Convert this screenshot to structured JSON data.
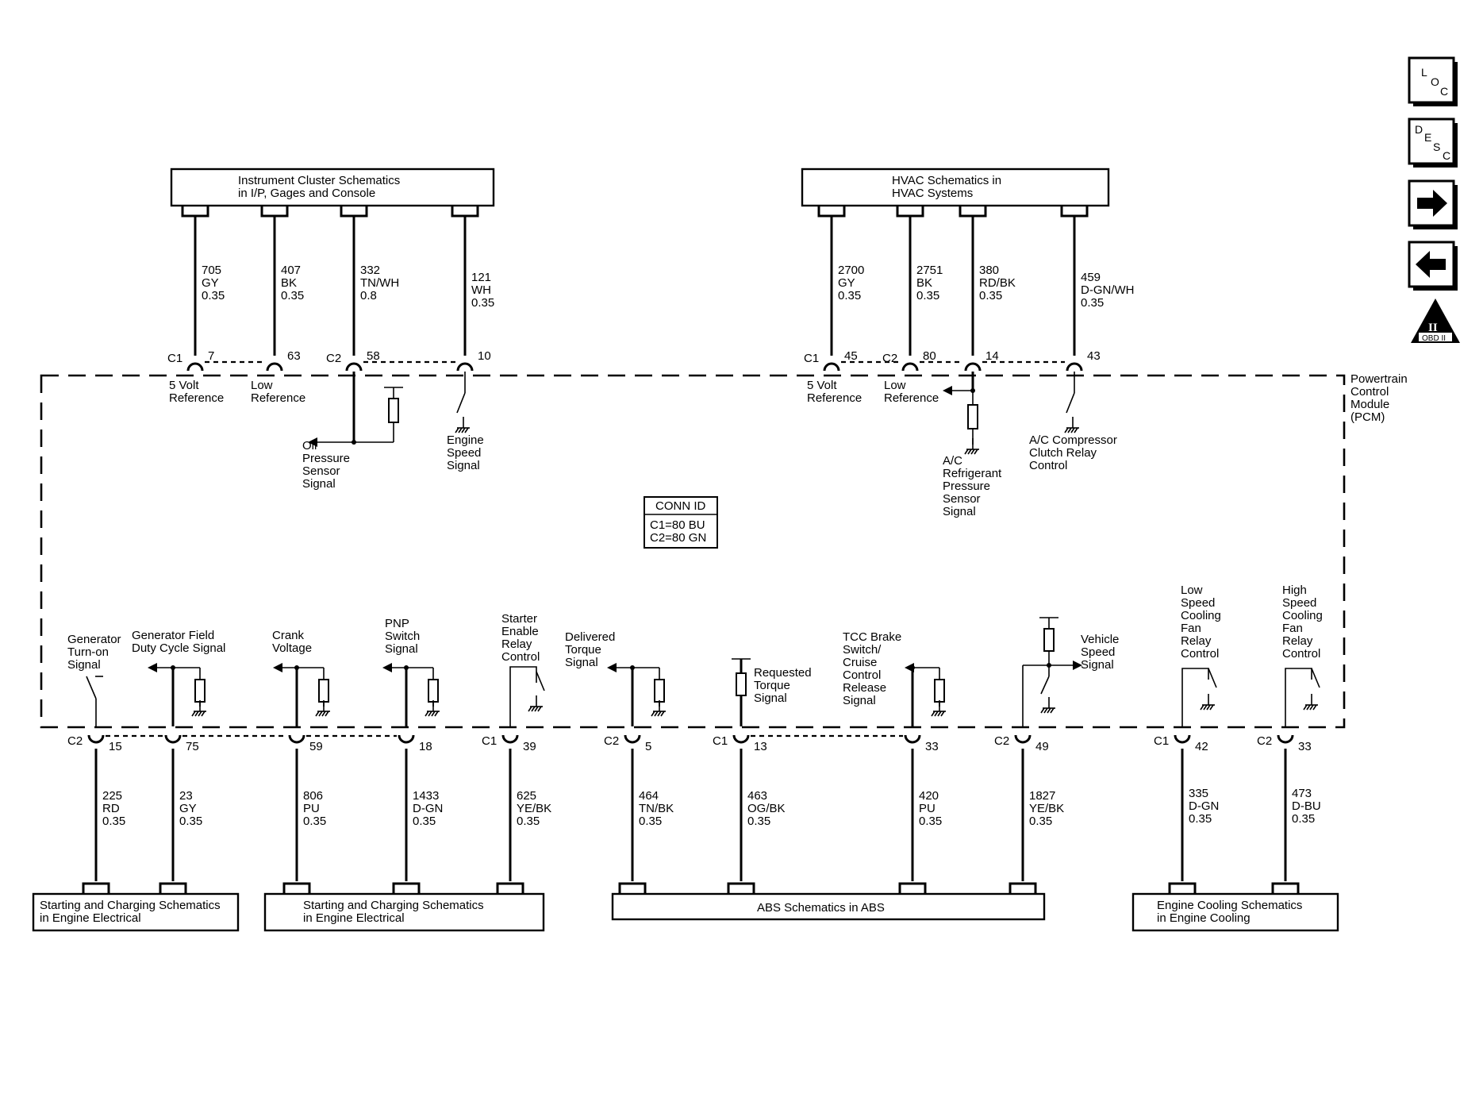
{
  "nav": {
    "loc": [
      "L",
      "O",
      "C"
    ],
    "desc": [
      "D",
      "E",
      "S",
      "C"
    ],
    "obd": {
      "numeral": "II",
      "label": "OBD II"
    }
  },
  "modules": {
    "instrument_cluster": [
      "Instrument Cluster Schematics",
      "in I/P, Gages and Console"
    ],
    "hvac": [
      "HVAC Schematics in",
      "HVAC Systems"
    ],
    "starting_charging_1": [
      "Starting and Charging Schematics",
      "in Engine Electrical"
    ],
    "starting_charging_2": [
      "Starting and Charging Schematics",
      "in Engine Electrical"
    ],
    "abs": [
      "ABS Schematics in ABS"
    ],
    "engine_cooling": [
      "Engine Cooling Schematics",
      "in Engine Cooling"
    ]
  },
  "pcm_label": [
    "Powertrain",
    "Control",
    "Module",
    "(PCM)"
  ],
  "conn_id": {
    "title": "CONN ID",
    "lines": [
      "C1=80 BU",
      "C2=80 GN"
    ]
  },
  "top_wires": [
    {
      "circuit": "705",
      "color": "GY",
      "gauge": "0.35",
      "connector": "C1",
      "pin": "7",
      "signal": [
        "5 Volt",
        "Reference"
      ]
    },
    {
      "circuit": "407",
      "color": "BK",
      "gauge": "0.35",
      "connector": "",
      "pin": "63",
      "signal": [
        "Low",
        "Reference"
      ]
    },
    {
      "circuit": "332",
      "color": "TN/WH",
      "gauge": "0.8",
      "connector": "C2",
      "pin": "58",
      "signal": [
        "Oil",
        "Pressure",
        "Sensor",
        "Signal"
      ]
    },
    {
      "circuit": "121",
      "color": "WH",
      "gauge": "0.35",
      "connector": "",
      "pin": "10",
      "signal": [
        "Engine",
        "Speed",
        "Signal"
      ]
    },
    {
      "circuit": "2700",
      "color": "GY",
      "gauge": "0.35",
      "connector": "C1",
      "pin": "45",
      "signal": [
        "5 Volt",
        "Reference"
      ]
    },
    {
      "circuit": "2751",
      "color": "BK",
      "gauge": "0.35",
      "connector": "C2",
      "pin": "80",
      "signal": [
        "Low",
        "Reference"
      ]
    },
    {
      "circuit": "380",
      "color": "RD/BK",
      "gauge": "0.35",
      "connector": "",
      "pin": "14",
      "signal": [
        "A/C",
        "Refrigerant",
        "Pressure",
        "Sensor",
        "Signal"
      ]
    },
    {
      "circuit": "459",
      "color": "D-GN/WH",
      "gauge": "0.35",
      "connector": "",
      "pin": "43",
      "signal": [
        "A/C Compressor",
        "Clutch Relay",
        "Control"
      ]
    }
  ],
  "bottom_wires": [
    {
      "circuit": "225",
      "color": "RD",
      "gauge": "0.35",
      "connector": "C2",
      "pin": "15",
      "signal": [
        "Generator",
        "Turn-on",
        "Signal"
      ]
    },
    {
      "circuit": "23",
      "color": "GY",
      "gauge": "0.35",
      "connector": "",
      "pin": "75",
      "signal": [
        "Generator Field",
        "Duty Cycle Signal"
      ]
    },
    {
      "circuit": "806",
      "color": "PU",
      "gauge": "0.35",
      "connector": "",
      "pin": "59",
      "signal": [
        "Crank",
        "Voltage"
      ]
    },
    {
      "circuit": "1433",
      "color": "D-GN",
      "gauge": "0.35",
      "connector": "",
      "pin": "18",
      "signal": [
        "PNP",
        "Switch",
        "Signal"
      ]
    },
    {
      "circuit": "625",
      "color": "YE/BK",
      "gauge": "0.35",
      "connector": "C1",
      "pin": "39",
      "signal": [
        "Starter",
        "Enable",
        "Relay",
        "Control"
      ]
    },
    {
      "circuit": "464",
      "color": "TN/BK",
      "gauge": "0.35",
      "connector": "C2",
      "pin": "5",
      "signal": [
        "Delivered",
        "Torque",
        "Signal"
      ]
    },
    {
      "circuit": "463",
      "color": "OG/BK",
      "gauge": "0.35",
      "connector": "C1",
      "pin": "13",
      "signal": [
        "Requested",
        "Torque",
        "Signal"
      ]
    },
    {
      "circuit": "420",
      "color": "PU",
      "gauge": "0.35",
      "connector": "",
      "pin": "33",
      "signal": [
        "TCC Brake",
        "Switch/",
        "Cruise",
        "Control",
        "Release",
        "Signal"
      ]
    },
    {
      "circuit": "1827",
      "color": "YE/BK",
      "gauge": "0.35",
      "connector": "C2",
      "pin": "49",
      "signal": [
        "Vehicle",
        "Speed",
        "Signal"
      ]
    },
    {
      "circuit": "335",
      "color": "D-GN",
      "gauge": "0.35",
      "connector": "C1",
      "pin": "42",
      "signal": [
        "Low",
        "Speed",
        "Cooling",
        "Fan",
        "Relay",
        "Control"
      ]
    },
    {
      "circuit": "473",
      "color": "D-BU",
      "gauge": "0.35",
      "connector": "C2",
      "pin": "33",
      "signal": [
        "High",
        "Speed",
        "Cooling",
        "Fan",
        "Relay",
        "Control"
      ]
    }
  ]
}
